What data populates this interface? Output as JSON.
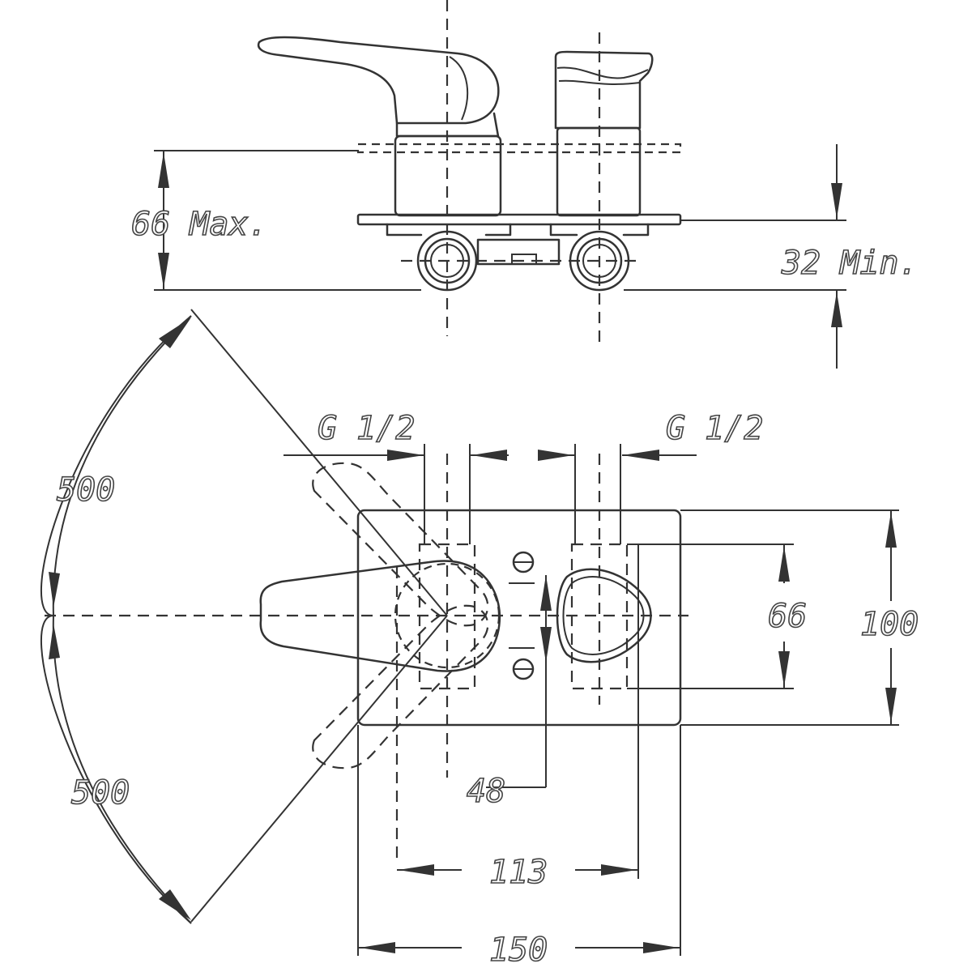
{
  "dimensions": {
    "height_max": "66 Max.",
    "height_min": "32 Min.",
    "inlet_left": "G 1/2",
    "inlet_right": "G 1/2",
    "swing_upper": "500",
    "swing_lower": "500",
    "outlet_height": "66",
    "plate_height": "100",
    "offset": "48",
    "inlet_spacing": "113",
    "plate_width": "150"
  }
}
